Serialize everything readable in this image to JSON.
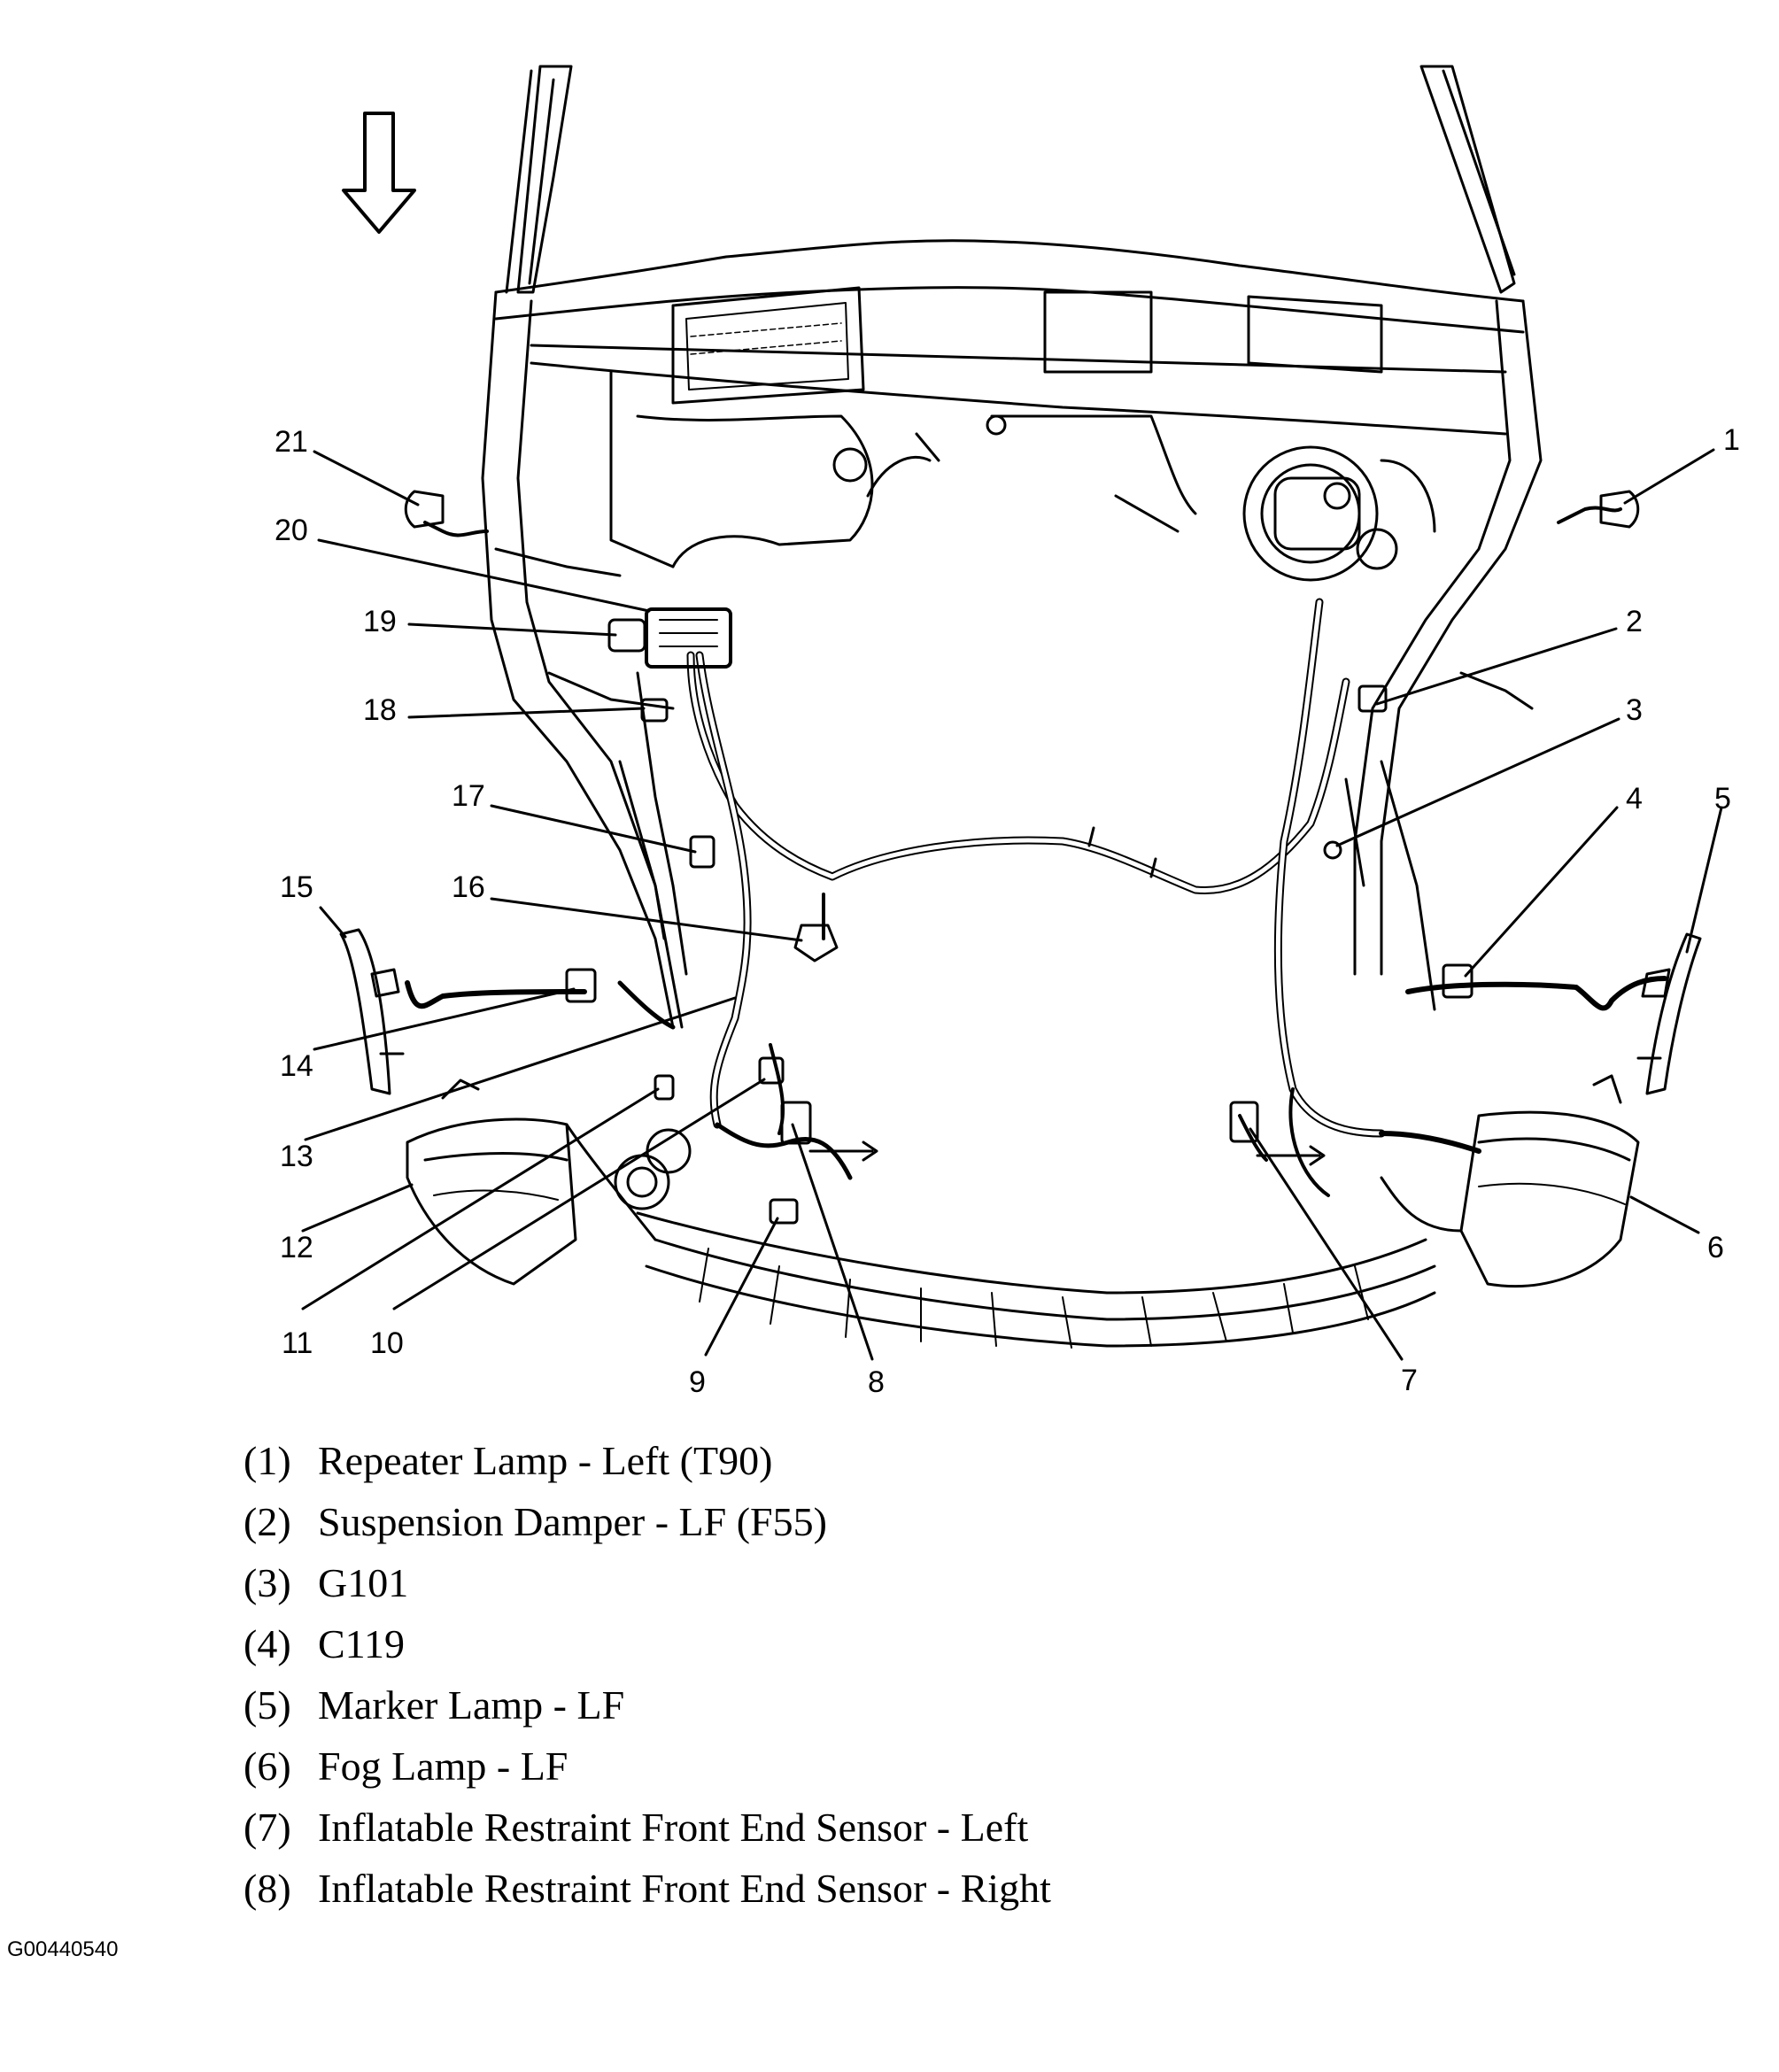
{
  "callouts": [
    "1",
    "2",
    "3",
    "4",
    "5",
    "6",
    "7",
    "8",
    "9",
    "10",
    "11",
    "12",
    "13",
    "14",
    "15",
    "16",
    "17",
    "18",
    "19",
    "20",
    "21"
  ],
  "legend": [
    {
      "num": "(1)",
      "text": "Repeater Lamp - Left (T90)"
    },
    {
      "num": "(2)",
      "text": "Suspension Damper - LF (F55)"
    },
    {
      "num": "(3)",
      "text": "G101"
    },
    {
      "num": "(4)",
      "text": "C119"
    },
    {
      "num": "(5)",
      "text": "Marker Lamp - LF"
    },
    {
      "num": "(6)",
      "text": "Fog Lamp - LF"
    },
    {
      "num": "(7)",
      "text": "Inflatable Restraint Front End Sensor - Left"
    },
    {
      "num": "(8)",
      "text": "Inflatable Restraint Front End Sensor - Right"
    }
  ],
  "figure_id": "G00440540",
  "colors": {
    "line": "#000000",
    "background": "#ffffff"
  },
  "icons": [
    "direction-arrow-icon"
  ]
}
